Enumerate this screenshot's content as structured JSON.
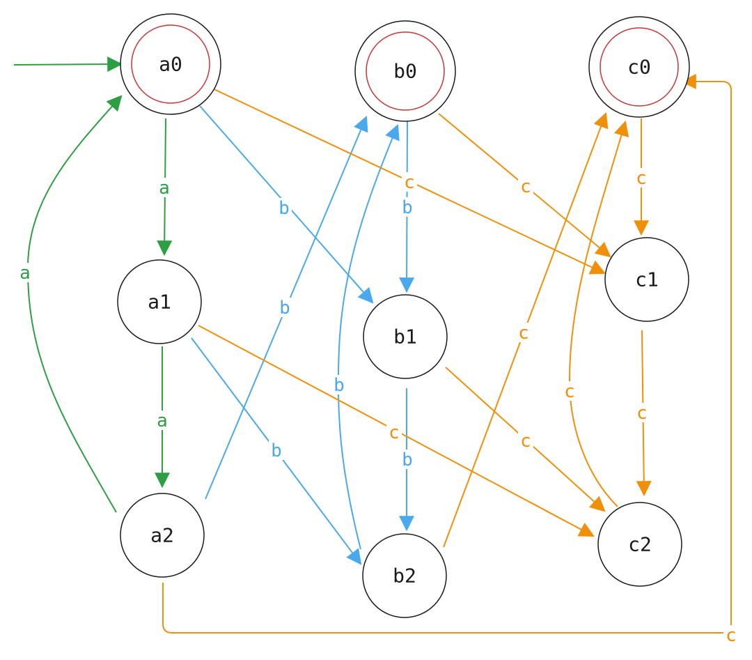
{
  "colors": {
    "a": "#2e9e44",
    "b": "#4aa8ec",
    "c": "#f0900a",
    "accept": "#cc3333"
  },
  "states": [
    {
      "id": "a0",
      "label": "a0",
      "accepting": true,
      "start": true
    },
    {
      "id": "b0",
      "label": "b0",
      "accepting": true
    },
    {
      "id": "c0",
      "label": "c0",
      "accepting": true
    },
    {
      "id": "a1",
      "label": "a1"
    },
    {
      "id": "b1",
      "label": "b1"
    },
    {
      "id": "c1",
      "label": "c1"
    },
    {
      "id": "a2",
      "label": "a2"
    },
    {
      "id": "b2",
      "label": "b2"
    },
    {
      "id": "c2",
      "label": "c2"
    }
  ],
  "transitions": [
    {
      "id": "a0-a1",
      "from": "a0",
      "to": "a1",
      "symbol": "a"
    },
    {
      "id": "a1-a2",
      "from": "a1",
      "to": "a2",
      "symbol": "a"
    },
    {
      "id": "a2-a0",
      "from": "a2",
      "to": "a0",
      "symbol": "a"
    },
    {
      "id": "b0-b1",
      "from": "b0",
      "to": "b1",
      "symbol": "b"
    },
    {
      "id": "b1-b2",
      "from": "b1",
      "to": "b2",
      "symbol": "b"
    },
    {
      "id": "b2-b0",
      "from": "b2",
      "to": "b0",
      "symbol": "b"
    },
    {
      "id": "c0-c1",
      "from": "c0",
      "to": "c1",
      "symbol": "c"
    },
    {
      "id": "c1-c2",
      "from": "c1",
      "to": "c2",
      "symbol": "c"
    },
    {
      "id": "c2-c0",
      "from": "c2",
      "to": "c0",
      "symbol": "c"
    },
    {
      "id": "a0-b1",
      "from": "a0",
      "to": "b1",
      "symbol": "b"
    },
    {
      "id": "a1-b2",
      "from": "a1",
      "to": "b2",
      "symbol": "b"
    },
    {
      "id": "a2-b0",
      "from": "a2",
      "to": "b0",
      "symbol": "b"
    },
    {
      "id": "b0-c1",
      "from": "b0",
      "to": "c1",
      "symbol": "c"
    },
    {
      "id": "b1-c2",
      "from": "b1",
      "to": "c2",
      "symbol": "c"
    },
    {
      "id": "b2-c0",
      "from": "b2",
      "to": "c0",
      "symbol": "c"
    },
    {
      "id": "a0-c1",
      "from": "a0",
      "to": "c1",
      "symbol": "c"
    },
    {
      "id": "a1-c2",
      "from": "a1",
      "to": "c2",
      "symbol": "c"
    },
    {
      "id": "a2-c0",
      "from": "a2",
      "to": "c0",
      "symbol": "c"
    }
  ]
}
